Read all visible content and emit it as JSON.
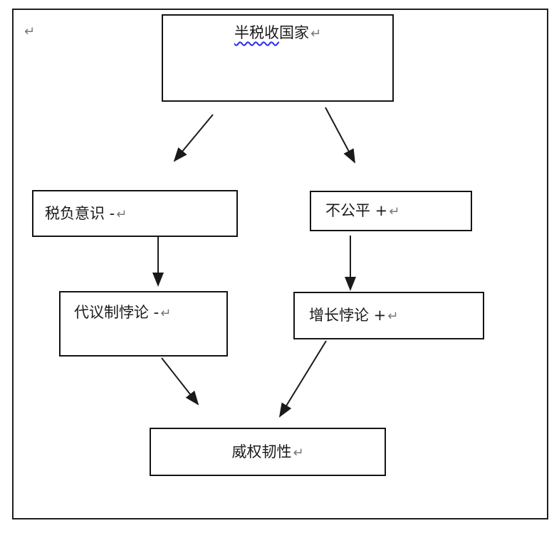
{
  "colors": {
    "background": "#ffffff",
    "frame_border": "#1f1f1f",
    "node_border": "#141414",
    "text": "#1a1a1a",
    "arrow": "#1a1a1a",
    "paragraph_mark": "#787878",
    "spellcheck_underline": "#2b2bee"
  },
  "marks": {
    "paragraph": "↵"
  },
  "diagram": {
    "top_node": {
      "underlined_text": "半税收",
      "rest_text": "国家",
      "full_label": "半税收国家"
    },
    "nodes": {
      "left_mid": {
        "label": "税负意识 -"
      },
      "right_mid": {
        "label": "不公平 +"
      },
      "left_low": {
        "label": "代议制悖论 -"
      },
      "right_low": {
        "label": "增长悖论 +"
      },
      "bottom": {
        "label": "威权韧性"
      }
    },
    "edges": [
      {
        "from": "半税收国家",
        "to": "税负意识 -"
      },
      {
        "from": "半税收国家",
        "to": "不公平 +"
      },
      {
        "from": "税负意识 -",
        "to": "代议制悖论 -"
      },
      {
        "from": "不公平 +",
        "to": "增长悖论 +"
      },
      {
        "from": "代议制悖论 -",
        "to": "威权韧性"
      },
      {
        "from": "增长悖论 +",
        "to": "威权韧性"
      }
    ]
  }
}
